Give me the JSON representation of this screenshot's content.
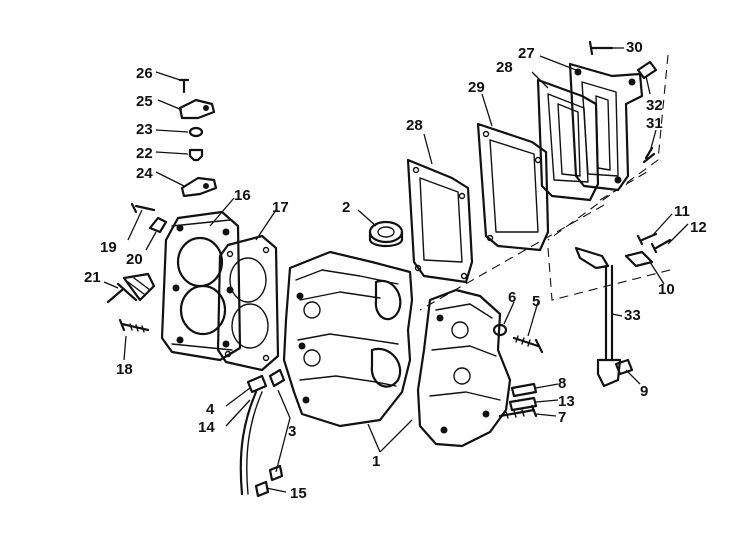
{
  "callouts": {
    "c1": "1",
    "c2": "2",
    "c3": "3",
    "c4": "4",
    "c5": "5",
    "c6": "6",
    "c7": "7",
    "c8": "8",
    "c9": "9",
    "c10": "10",
    "c11": "11",
    "c12": "12",
    "c13": "13",
    "c14": "14",
    "c15": "15",
    "c16": "16",
    "c17": "17",
    "c18": "18",
    "c19": "19",
    "c20": "20",
    "c21": "21",
    "c22": "22",
    "c23": "23",
    "c24": "24",
    "c25": "25",
    "c26": "26",
    "c27": "27",
    "c28a": "28",
    "c28b": "28",
    "c29": "29",
    "c30": "30",
    "c31": "31",
    "c32": "32",
    "c33": "33"
  },
  "colors": {
    "ink": "#111111",
    "background": "#ffffff"
  }
}
